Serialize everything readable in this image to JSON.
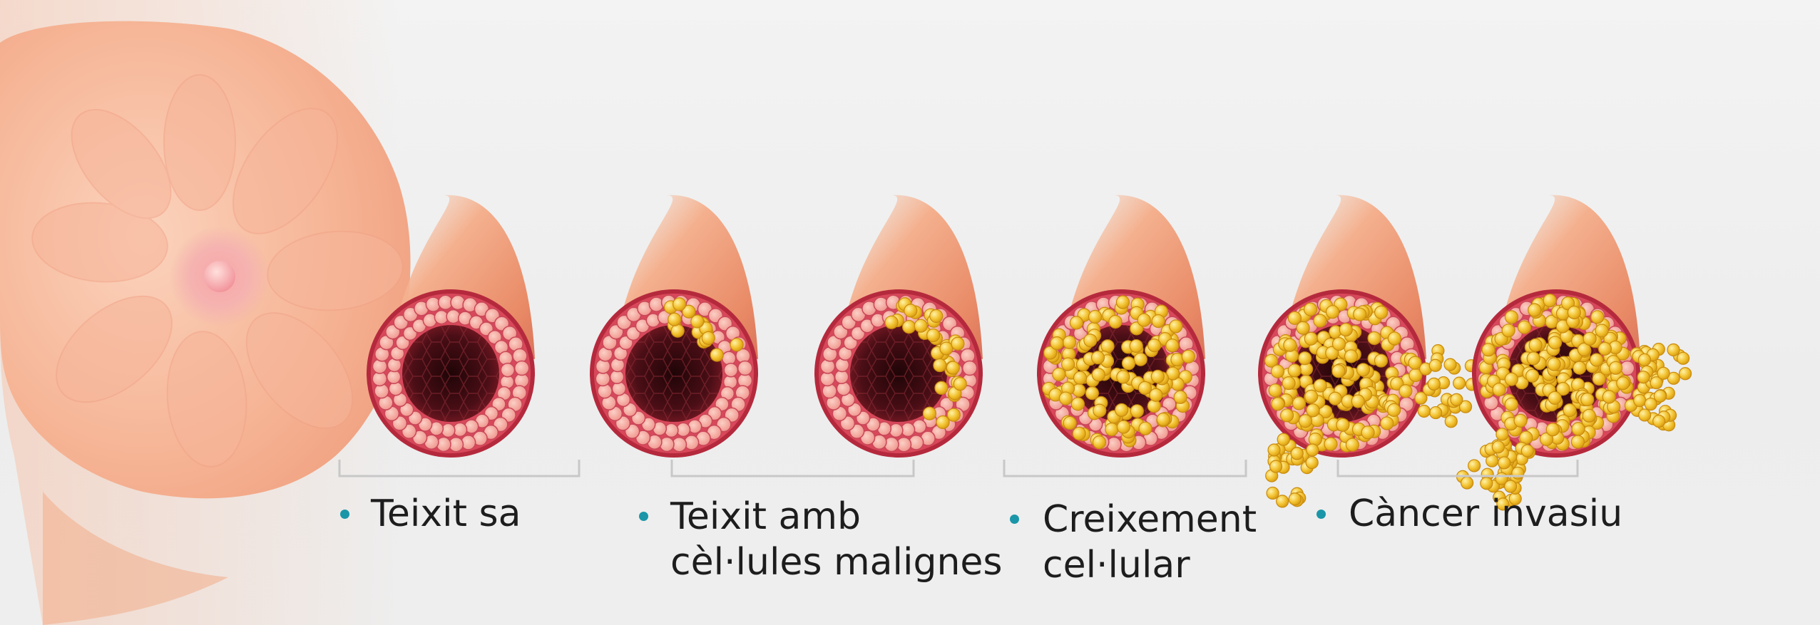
{
  "colors": {
    "accent": "#1a96a8",
    "bracket": "#c8c8c8",
    "duct_wall": "#b5293d",
    "duct_lumen": "#3a0a10",
    "epithelial_cell": "#f4a49a",
    "malignant_cell": "#f2c12e",
    "skin": "#f5b79a"
  },
  "stages": [
    {
      "label_line1": "Teixit sa",
      "label_line2": ""
    },
    {
      "label_line1": "Teixit amb",
      "label_line2": "cèl·lules malignes"
    },
    {
      "label_line1": "Creixement",
      "label_line2": "cel·lular"
    },
    {
      "label_line1": "Càncer invasiu",
      "label_line2": ""
    }
  ],
  "ducts": [
    {
      "stage": 1,
      "malignant_fraction": 0.0
    },
    {
      "stage": 2,
      "malignant_fraction": 0.1
    },
    {
      "stage": 2,
      "malignant_fraction": 0.2
    },
    {
      "stage": 3,
      "malignant_fraction": 0.75
    },
    {
      "stage": 4,
      "malignant_fraction": 0.9
    },
    {
      "stage": 4,
      "malignant_fraction": 1.0
    }
  ]
}
